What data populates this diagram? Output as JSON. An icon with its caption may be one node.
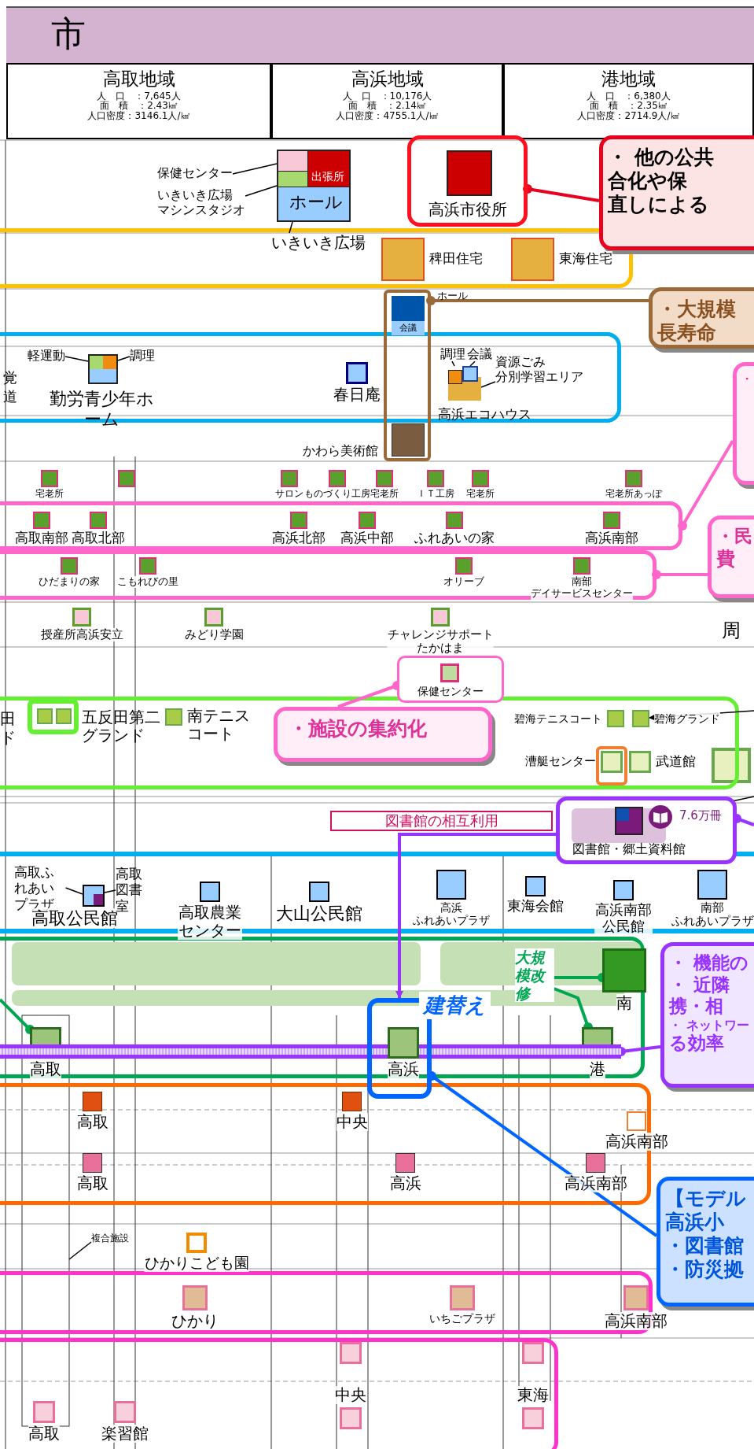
{
  "diagram": {
    "title": "市",
    "nodes": [
      {
        "text": [
          "高取地域",
          "人　口　：7,645人",
          "面　積　：2.43㎢",
          "人口密度：3146.1人/㎢"
        ]
      },
      {
        "text": [
          "高浜地域",
          "人　口　：10,176人",
          "面　積　：2.14㎢",
          "人口密度：4755.1人/㎢"
        ]
      },
      {
        "text": [
          "港地域",
          "人　口　：6,380人",
          "面　積　：2.35㎢",
          "人口密度：2714.9人/㎢"
        ]
      },
      {
        "text": [
          "保健センター"
        ]
      },
      {
        "text": [
          "いきいき広場",
          "マシンスタジオ"
        ]
      },
      {
        "text": [
          "出張所",
          "ホール"
        ]
      },
      {
        "text": [
          "高浜市役所"
        ]
      },
      {
        "text": [
          "・ 他の公共",
          "合化や保",
          "直しによる"
        ]
      },
      {
        "text": [
          "いきいき広場"
        ]
      },
      {
        "text": [
          "稗田住宅"
        ]
      },
      {
        "text": [
          "東海住宅"
        ]
      },
      {
        "text": [
          "会議"
        ]
      },
      {
        "text": [
          "・大規模",
          "長寿命"
        ]
      },
      {
        "text": [
          "軽運動"
        ]
      },
      {
        "text": [
          "調理"
        ]
      },
      {
        "text": [
          "勤労青少年ホーム"
        ]
      },
      {
        "text": [
          "春日庵"
        ]
      },
      {
        "text": [
          "調理"
        ]
      },
      {
        "text": [
          "会議"
        ]
      },
      {
        "text": [
          "資源ごみ",
          "分別学習エリア"
        ]
      },
      {
        "text": [
          "高浜エコハウス"
        ]
      },
      {
        "text": [
          "・"
        ]
      },
      {
        "text": [],
        "shape": "box"
      },
      {
        "text": [],
        "shape": "box"
      },
      {
        "text": [
          "・民",
          "費"
        ]
      },
      {
        "text": [
          "宅老所"
        ]
      },
      {
        "text": [],
        "shape": "box"
      },
      {
        "text": [
          "サロン"
        ]
      },
      {
        "text": [
          "ものづくり工房"
        ]
      },
      {
        "text": [
          "宅老所"
        ]
      },
      {
        "text": [
          "ＩＴ工房"
        ]
      },
      {
        "text": [
          "宅老所"
        ]
      },
      {
        "text": [
          "宅老所あっぽ"
        ]
      },
      {
        "text": [
          "高取南部"
        ],
        "in": 22
      },
      {
        "text": [
          "高取北部"
        ],
        "in": 22
      },
      {
        "text": [
          "高浜北部"
        ],
        "in": 22
      },
      {
        "text": [
          "高浜中部"
        ],
        "in": 22
      },
      {
        "text": [
          "ふれあいの家"
        ],
        "in": 22
      },
      {
        "text": [
          "高浜南部"
        ],
        "in": 22
      },
      {
        "text": [
          "ひだまりの家"
        ],
        "in": 23
      },
      {
        "text": [
          "こもれびの里"
        ],
        "in": 23
      },
      {
        "text": [
          "オリーブ"
        ],
        "in": 23
      },
      {
        "text": [
          "南部",
          "デイサービスセンター"
        ],
        "in": 23
      },
      {
        "text": [
          "授産所高浜安立"
        ]
      },
      {
        "text": [
          "みどり学園"
        ]
      },
      {
        "text": [
          "チャレンジサポート",
          "たかはま"
        ]
      },
      {
        "text": [
          "保健センター"
        ]
      },
      {
        "text": [
          "・施設の集約化"
        ]
      },
      {
        "text": [
          "南テニスコート"
        ]
      },
      {
        "text": [
          "碧海テニスコート"
        ]
      },
      {
        "text": [
          "碧海グランド"
        ]
      },
      {
        "text": [
          "漕艇センター"
        ]
      },
      {
        "text": [
          "武道館"
        ]
      },
      {
        "text": [
          "図書館の相互利用"
        ]
      },
      {
        "text": [
          "7.6万冊",
          "図書館・郷土資料館"
        ]
      },
      {
        "text": [],
        "shape": "circle",
        "in": 54
      },
      {
        "text": [
          "高取ふれあいプラザ"
        ]
      },
      {
        "text": [
          "高取公民館"
        ]
      },
      {
        "text": [
          "高取図書室"
        ]
      },
      {
        "text": [
          "高取農業センター"
        ]
      },
      {
        "text": [
          "大山公民館"
        ]
      },
      {
        "text": [
          "高浜",
          "ふれあいプラザ"
        ]
      },
      {
        "text": [
          "東海会館"
        ]
      },
      {
        "text": [
          "高浜南部公民館"
        ]
      },
      {
        "text": [
          "南部",
          "ふれあいプラザ"
        ]
      },
      {
        "text": [
          "大規模改修"
        ]
      },
      {
        "text": [
          "南"
        ]
      },
      {
        "text": [
          "建替え"
        ]
      },
      {
        "text": [
          "・ 機能の",
          "・ 近隣",
          "携・相",
          "・ ネットワー",
          "る効率"
        ]
      },
      {
        "text": [
          "高取"
        ]
      },
      {
        "text": [
          "高浜"
        ],
        "in": 67
      },
      {
        "text": [
          "港"
        ]
      },
      {
        "text": [],
        "shape": "bar"
      },
      {
        "text": [
          "高取"
        ]
      },
      {
        "text": [
          "中央"
        ]
      },
      {
        "text": [
          "高浜南部"
        ]
      },
      {
        "text": [
          "高取"
        ]
      },
      {
        "text": [
          "高浜"
        ]
      },
      {
        "text": [
          "高浜南部"
        ]
      },
      {
        "text": [
          "【モデル",
          "高浜小",
          "・図書館",
          "・防災拠"
        ]
      },
      {
        "text": [
          "複合施設"
        ]
      },
      {
        "text": [
          "ひかりこども園"
        ]
      },
      {
        "text": [
          "ひかり"
        ]
      },
      {
        "text": [
          "いちごプラザ"
        ]
      },
      {
        "text": [
          "高浜南部"
        ]
      },
      {
        "text": [
          "中央"
        ]
      },
      {
        "text": [
          "東海"
        ]
      },
      {
        "text": [
          "高取"
        ]
      },
      {
        "text": [
          "楽習館"
        ]
      },
      {
        "text": [
          "ホール"
        ]
      },
      {
        "text": [
          "かわら美術館"
        ]
      },
      {
        "text": [],
        "shape": "box"
      },
      {
        "text": [],
        "shape": "box"
      }
    ],
    "edges": [
      {
        "from": 6,
        "to": 7,
        "arrow": "other",
        "color": "#e8001c"
      },
      {
        "from": 3,
        "to": 5,
        "arrow": "none"
      },
      {
        "from": 4,
        "to": 5,
        "arrow": "none"
      },
      {
        "from": 8,
        "to": 5,
        "arrow": "none"
      },
      {
        "from": 11,
        "to": 12,
        "arrow": "other",
        "color": "#9a6a38"
      },
      {
        "from": 13,
        "to": 15,
        "arrow": "none"
      },
      {
        "from": 14,
        "to": 15,
        "arrow": "none"
      },
      {
        "from": 17,
        "to": 20,
        "arrow": "none"
      },
      {
        "from": 18,
        "to": 20,
        "arrow": "none"
      },
      {
        "from": 19,
        "to": 20,
        "arrow": "none"
      },
      {
        "from": 22,
        "to": 21,
        "arrow": "other",
        "color": "#ff66cc"
      },
      {
        "from": 23,
        "to": 24,
        "arrow": "other",
        "color": "#ff66cc"
      },
      {
        "from": 46,
        "to": 47,
        "arrow": "other",
        "color": "#ff66cc"
      },
      {
        "from": null,
        "to": 50,
        "arrow": "to"
      },
      {
        "from": null,
        "to": 55,
        "arrow": "to"
      },
      {
        "from": 54,
        "to": 67,
        "arrow": "to",
        "color": "#9933ff"
      },
      {
        "from": 54,
        "to": null,
        "arrow": "other",
        "color": "#9933ff"
      },
      {
        "from": 56,
        "to": 57,
        "arrow": "none"
      },
      {
        "from": 58,
        "to": 57,
        "arrow": "none"
      },
      {
        "from": 66,
        "to": 65,
        "arrow": "other",
        "color": "#00a651"
      },
      {
        "from": 71,
        "to": 65,
        "arrow": "other",
        "color": "#00a651"
      },
      {
        "from": 69,
        "to": null,
        "arrow": "other",
        "color": "#00a651"
      },
      {
        "from": 72,
        "to": 68,
        "arrow": "other",
        "color": "#9933ff"
      },
      {
        "from": 67,
        "to": 79,
        "arrow": "other",
        "color": "#0066ff"
      },
      {
        "from": 80,
        "to": null,
        "arrow": "none"
      }
    ],
    "labels": [
      "覚",
      "道",
      "周",
      "田",
      "ド",
      "五反田第二グランド"
    ]
  }
}
